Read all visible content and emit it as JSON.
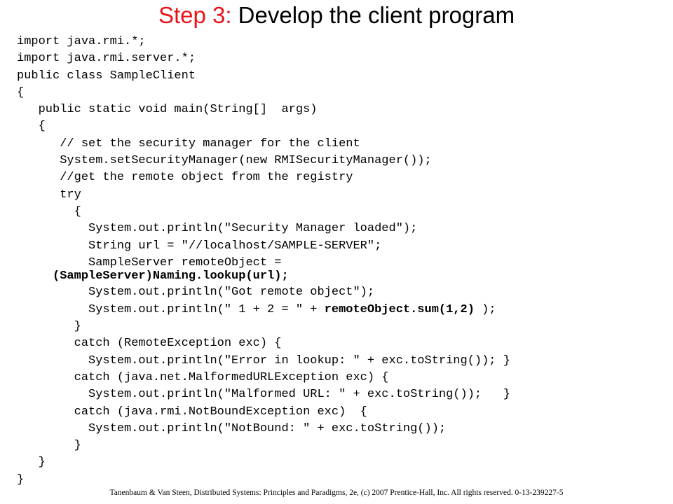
{
  "slide": {
    "title_step": "Step 3:",
    "title_rest": " Develop the client program",
    "code_lines": [
      {
        "pre": "import java.rmi.*;",
        "bold": "",
        "post": ""
      },
      {
        "pre": "import java.rmi.server.*;",
        "bold": "",
        "post": ""
      },
      {
        "pre": "public class SampleClient",
        "bold": "",
        "post": ""
      },
      {
        "pre": "{",
        "bold": "",
        "post": ""
      },
      {
        "pre": "   public static void main(String[]  args)",
        "bold": "",
        "post": ""
      },
      {
        "pre": "   {",
        "bold": "",
        "post": ""
      },
      {
        "pre": "      // set the security manager for the client",
        "bold": "",
        "post": ""
      },
      {
        "pre": "      System.setSecurityManager(new RMISecurityManager());",
        "bold": "",
        "post": ""
      },
      {
        "pre": "      //get the remote object from the registry",
        "bold": "",
        "post": ""
      },
      {
        "pre": "      try",
        "bold": "",
        "post": ""
      },
      {
        "pre": "        {",
        "bold": "",
        "post": ""
      },
      {
        "pre": "          System.out.println(\"Security Manager loaded\");",
        "bold": "",
        "post": ""
      },
      {
        "pre": "          String url = \"//localhost/SAMPLE-SERVER\";",
        "bold": "",
        "post": ""
      },
      {
        "pre": "          SampleServer remoteObject =",
        "bold": "",
        "post": ""
      },
      {
        "pre": "     ",
        "bold": "(SampleServer)Naming.lookup(url);",
        "post": ""
      },
      {
        "pre": "          System.out.println(\"Got remote object\");",
        "bold": "",
        "post": ""
      },
      {
        "pre": "          System.out.println(\" 1 + 2 = \" + ",
        "bold": "remoteObject.sum(1,2)",
        "post": " );"
      },
      {
        "pre": "        }",
        "bold": "",
        "post": ""
      },
      {
        "pre": "        catch (RemoteException exc) {",
        "bold": "",
        "post": ""
      },
      {
        "pre": "          System.out.println(\"Error in lookup: \" + exc.toString()); }",
        "bold": "",
        "post": ""
      },
      {
        "pre": "        catch (java.net.MalformedURLException exc) {",
        "bold": "",
        "post": ""
      },
      {
        "pre": "          System.out.println(\"Malformed URL: \" + exc.toString());   }",
        "bold": "",
        "post": ""
      },
      {
        "pre": "        catch (java.rmi.NotBoundException exc)  {",
        "bold": "",
        "post": ""
      },
      {
        "pre": "          System.out.println(\"NotBound: \" + exc.toString());",
        "bold": "",
        "post": ""
      },
      {
        "pre": "        }",
        "bold": "",
        "post": ""
      },
      {
        "pre": "   }",
        "bold": "",
        "post": ""
      },
      {
        "pre": "}",
        "bold": "",
        "post": ""
      }
    ],
    "footer": "Tanenbaum & Van Steen, Distributed Systems: Principles and Paradigms, 2e, (c) 2007 Prentice-Hall, Inc. All rights reserved. 0-13-239227-5",
    "colors": {
      "title_step": "#e8141b",
      "text": "#000000",
      "background": "#ffffff"
    }
  }
}
